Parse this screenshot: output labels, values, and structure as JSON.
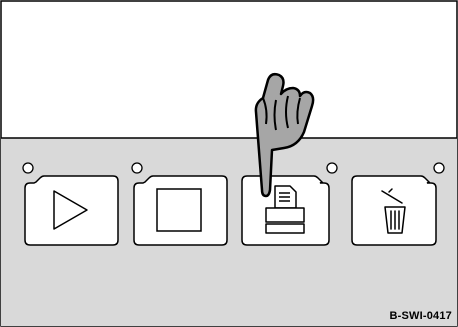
{
  "figure": {
    "reference_code": "B-SWI-0417"
  },
  "panel": {
    "buttons": [
      {
        "name": "play-button",
        "icon": "play-icon"
      },
      {
        "name": "stop-button",
        "icon": "stop-icon"
      },
      {
        "name": "print-button",
        "icon": "printer-icon"
      },
      {
        "name": "delete-button",
        "icon": "trash-icon"
      }
    ],
    "pressed_button": "print-button",
    "indicator": "finger-pointer-icon"
  },
  "colors": {
    "panel_fill": "#d9d9d9",
    "button_fill": "#ffffff",
    "line": "#000000",
    "hand_fill": "#a6a6a6"
  }
}
